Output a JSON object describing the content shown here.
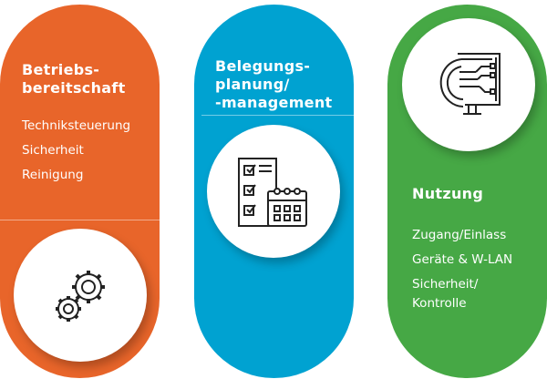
{
  "colors": {
    "orange": "#E8652A",
    "blue": "#00A2D1",
    "green": "#46A845"
  },
  "columns": [
    {
      "title_lines": [
        "Betriebs-",
        "bereitschaft"
      ],
      "items": [
        "Techniksteuerung",
        "Sicherheit",
        "Reinigung"
      ],
      "icon": "gears-icon"
    },
    {
      "title_lines": [
        "Belegungs-",
        "planung/",
        "-management"
      ],
      "items": [],
      "icon": "checklist-calendar-icon"
    },
    {
      "title_lines": [
        "Nutzung"
      ],
      "items": [
        "Zugang/Einlass",
        "Geräte & W-LAN",
        "Sicherheit/",
        "Kontrolle"
      ],
      "icon": "gear-monitor-circuit-icon"
    }
  ]
}
